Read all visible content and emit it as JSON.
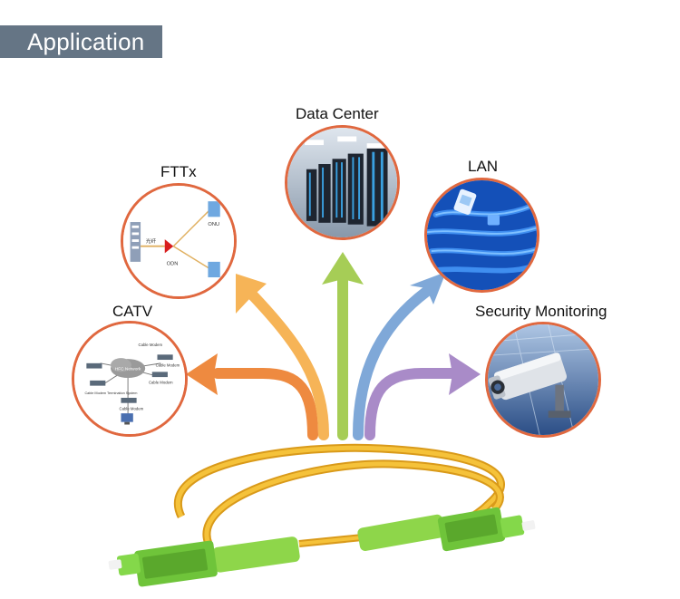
{
  "header": {
    "title": "Application"
  },
  "applications": [
    {
      "id": "catv",
      "label": "CATV",
      "icon": "catv-network-diagram-icon"
    },
    {
      "id": "fttx",
      "label": "FTTx",
      "icon": "fttx-network-diagram-icon"
    },
    {
      "id": "datacenter",
      "label": "Data Center",
      "icon": "server-rack-icon"
    },
    {
      "id": "lan",
      "label": "LAN",
      "icon": "network-cables-icon"
    },
    {
      "id": "security",
      "label": "Security Monitoring",
      "icon": "security-camera-icon"
    }
  ],
  "diagram_text": {
    "catv": {
      "t1": "Cable Modem",
      "t2": "HFC Network",
      "t3": "Cable Modem",
      "t4": "Cable Modem",
      "t5": "Cable Modem Termination System",
      "t6": "Cable Modem"
    },
    "fttx": {
      "onu": "ONU",
      "odn": "ODN",
      "cn": "光纤"
    }
  },
  "colors": {
    "header_bg": "#657585",
    "circle_border": "#e0683f",
    "arrow_catv": "#ee8a40",
    "arrow_fttx": "#f6b457",
    "arrow_datacenter": "#a6cd56",
    "arrow_lan": "#7fa8d8",
    "arrow_security": "#a98bc8",
    "cable": "#f2b72a",
    "connector": "#7ed13c"
  }
}
